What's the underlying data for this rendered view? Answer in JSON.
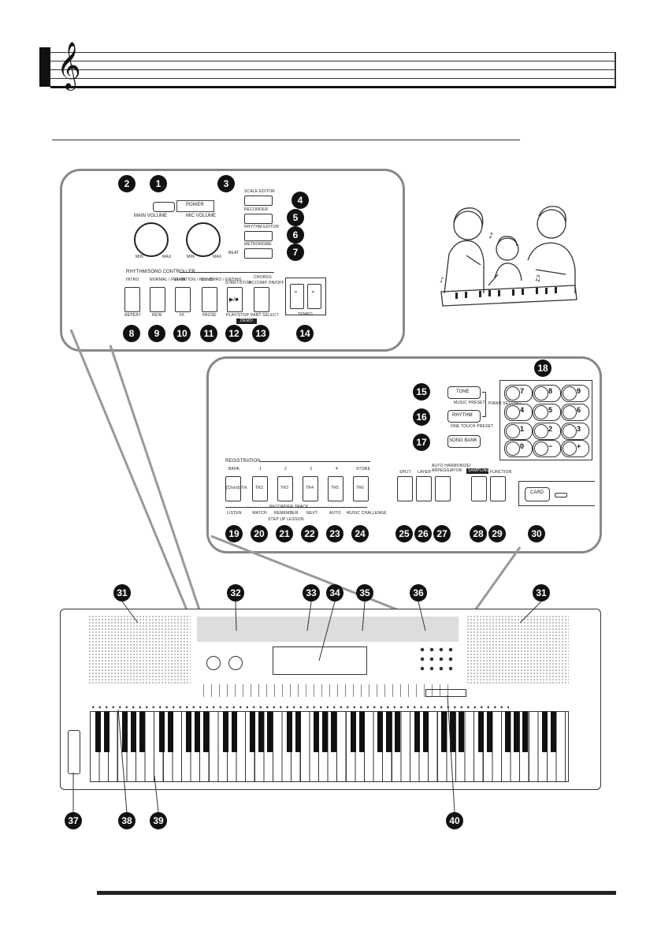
{
  "header": {
    "clef_glyph": "𝄞"
  },
  "callouts": [
    "1",
    "2",
    "3",
    "4",
    "5",
    "6",
    "7",
    "8",
    "9",
    "10",
    "11",
    "12",
    "13",
    "14",
    "15",
    "16",
    "17",
    "18",
    "19",
    "20",
    "21",
    "22",
    "23",
    "24",
    "25",
    "26",
    "27",
    "28",
    "29",
    "30",
    "31",
    "32",
    "33",
    "34",
    "35",
    "36",
    "37",
    "38",
    "39",
    "40"
  ],
  "panel1": {
    "power": "POWER",
    "main_volume": "MAIN VOLUME",
    "mic_volume": "MIC VOLUME",
    "min": "MIN",
    "max": "MAX",
    "scale_editor": "SCALE EDITOR",
    "recorder": "RECORDER",
    "rhythm_editor": "RHYTHM EDITOR",
    "metronome": "METRONOME",
    "beat": "BEAT",
    "rhythm_song_controller": "RHYTHM/SONG CONTROLLER",
    "ctrl_top": [
      "INTRO",
      "NORMAL / FILL-IN",
      "VARIATION / FILL-IN",
      "SYNCHRO / ENDING",
      "START/STOP",
      "ACCOMP ON/OFF"
    ],
    "chord_label": "CHORDS",
    "ctrl_bottom": [
      "REPEAT",
      "REW",
      "FF",
      "PAUSE",
      "PLAY/STOP",
      "PART SELECT"
    ],
    "demo": "DEMO",
    "tempo": "TEMPO"
  },
  "panel2": {
    "tone": "TONE",
    "music_preset": "MUSIC PRESET",
    "rhythm": "RHYTHM",
    "one_touch_preset": "ONE TOUCH PRESET",
    "piano_setting": "PIANO SETTING",
    "song_bank": "SONG BANK",
    "registration": "REGISTRATION",
    "reg_top": [
      "BANK",
      "1",
      "2",
      "3",
      "4",
      "STORE"
    ],
    "reg_keys": [
      "[Chord] Trk",
      "TR2",
      "TR3",
      "TR4",
      "TR5",
      "TR6"
    ],
    "recorder_track": "RECORDER TRACK",
    "step_up_lesson": "STEP UP LESSON",
    "reg_bottom": [
      "LISTEN",
      "WATCH",
      "REMEMBER",
      "NEXT",
      "AUTO",
      "MUSIC CHALLENGE"
    ],
    "split": "SPLIT",
    "layer": "LAYER",
    "auto_harmonize": "AUTO HARMONIZE/ ARPEGGIATOR",
    "sampling": "SAMPLING",
    "function": "FUNCTION",
    "card": "CARD",
    "pad_main": [
      "7",
      "8",
      "9",
      "4",
      "5",
      "6",
      "1",
      "2",
      "3",
      "0",
      "−",
      "+"
    ]
  }
}
